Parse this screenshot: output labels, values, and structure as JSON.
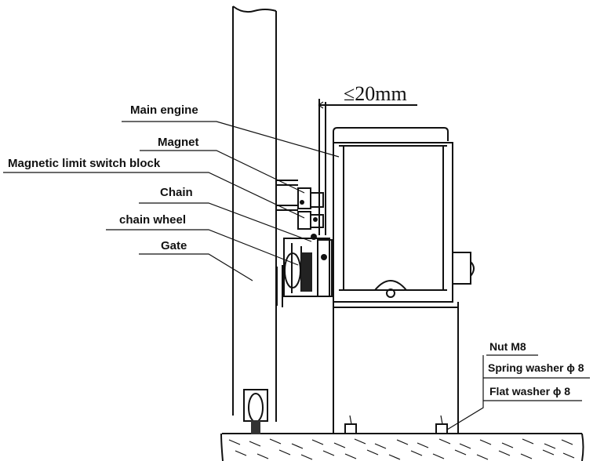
{
  "dimension": {
    "text": "≤20mm"
  },
  "labels": {
    "main_engine": "Main engine",
    "magnet": "Magnet",
    "limit_switch": "Magnetic limit switch block",
    "chain": "Chain",
    "chain_wheel": "chain wheel",
    "gate": "Gate",
    "nut": "Nut M8",
    "spring_washer": "Spring washer ϕ 8",
    "flat_washer": "Flat washer ϕ 8"
  }
}
